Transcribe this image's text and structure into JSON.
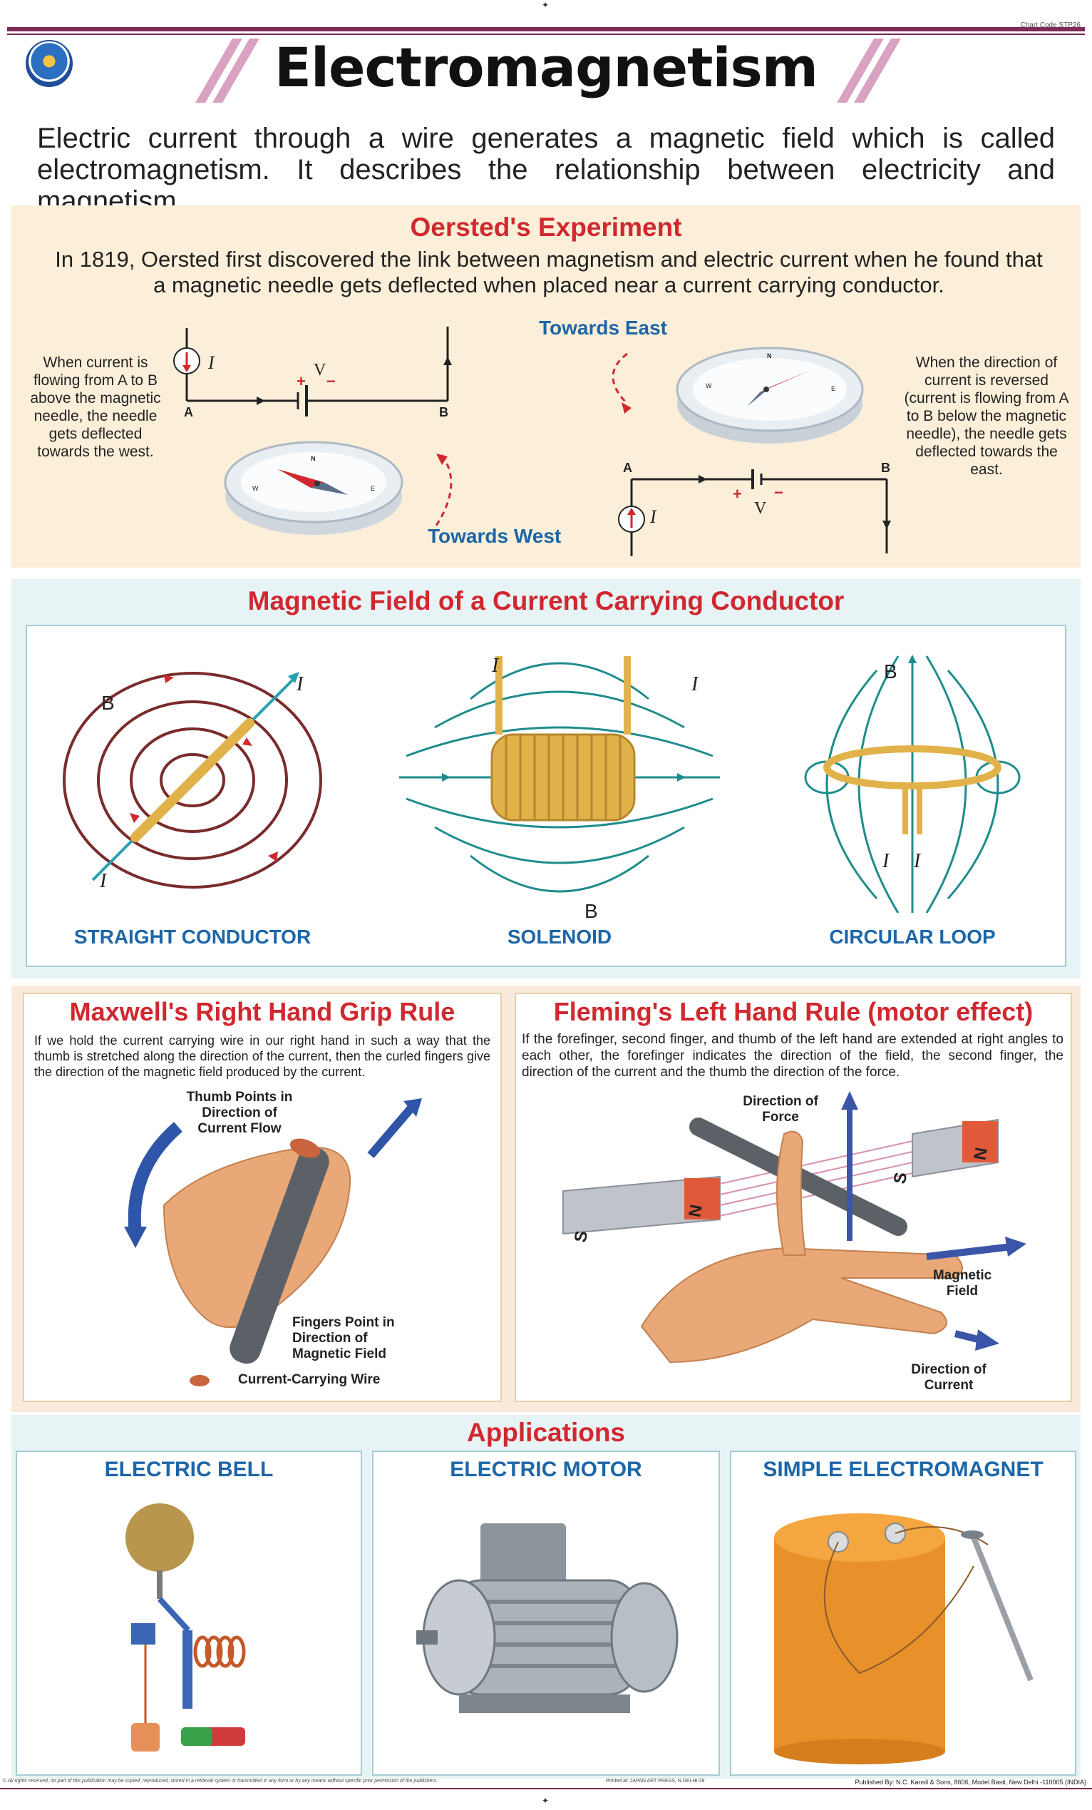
{
  "header": {
    "chart_code": "Chart Code STP26",
    "title": "Electromagnetism"
  },
  "intro": "Electric current through a wire generates a magnetic field which is called electromagnetism. It describes the relationship between electricity and magnetism.",
  "oersted": {
    "title": "Oersted's Experiment",
    "text": "In 1819, Oersted first discovered the link between magnetism and electric current when he found that a magnetic needle gets deflected when placed near a current carrying conductor.",
    "left_note": "When current is flowing from A to B above the magnetic needle, the needle gets deflected towards the west.",
    "right_note": "When the direction of current is reversed (current is flowing from A to B below the magnetic needle), the needle gets deflected towards the east.",
    "towards_west": "Towards West",
    "towards_east": "Towards East",
    "label_a": "A",
    "label_b": "B",
    "label_i": "I",
    "label_v": "V",
    "plus": "+",
    "minus": "−",
    "compass_n": "N",
    "compass_e": "E",
    "compass_w": "W"
  },
  "field": {
    "title": "Magnetic Field of a Current Carrying Conductor",
    "straight": "STRAIGHT CONDUCTOR",
    "solenoid": "SOLENOID",
    "loop": "CIRCULAR LOOP",
    "label_b": "B",
    "label_i": "I"
  },
  "maxwell": {
    "title": "Maxwell's Right Hand Grip Rule",
    "text": "If we hold the current carrying  wire in our right hand in such a way that the thumb is stretched along the direction of the current, then the curled fingers give the direction of the magnetic field produced by the current.",
    "thumb_label": "Thumb Points in Direction of Current Flow",
    "fingers_label": "Fingers Point in Direction of Magnetic Field",
    "wire_label": "Current-Carrying Wire"
  },
  "fleming": {
    "title": "Fleming's Left Hand Rule (motor effect)",
    "text": "If the forefinger, second finger, and thumb of the left hand are extended at right angles to each other, the forefinger indicates the direction of the field, the second finger, the direction of the current and the thumb the direction of the force.",
    "force_label": "Direction of Force",
    "field_label": "Magnetic Field",
    "current_label": "Direction of Current",
    "pole_s": "S",
    "pole_n": "N"
  },
  "applications": {
    "title": "Applications",
    "items": [
      "ELECTRIC BELL",
      "ELECTRIC MOTOR",
      "SIMPLE ELECTROMAGNET"
    ]
  },
  "footer": {
    "rights": "© All rights reserved, no part of this publication may be copied, reproduced, stored in a retrieval system or transmitted in any form or by any means without specific prior permission of the publishers.",
    "printer": "Printed at: JAPAN ART PRESS, N.DELHI-28",
    "publisher": "Published By: N.C. Kansil & Sons, 8606, Model Basti, New Delhi -110005 (INDIA)"
  },
  "colors": {
    "accent_red": "#d0282e",
    "accent_blue": "#1d66a8",
    "frame_purple": "#7d2a57",
    "field_teal": "#1f8c8c",
    "wire_gold": "#e2b24a"
  }
}
